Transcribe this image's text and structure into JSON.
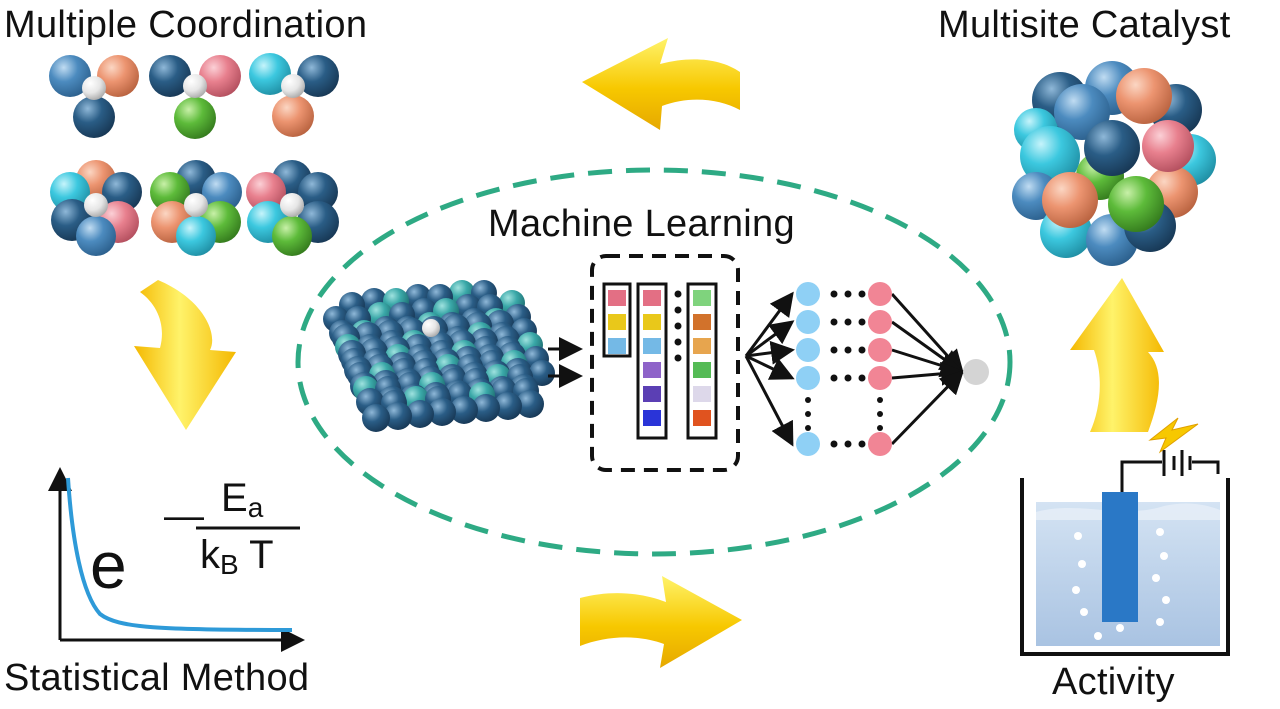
{
  "labels": {
    "multiple_coordination": "Multiple Coordination",
    "multisite_catalyst": "Multisite Catalyst",
    "machine_learning": "Machine Learning",
    "statistical_method": "Statistical Method",
    "activity": "Activity"
  },
  "formula": {
    "base": "e",
    "sign": "—",
    "numerator": "E",
    "numerator_sub": "a",
    "denominator_k": "k",
    "denominator_sub": "B",
    "denominator_t": " T"
  },
  "colors": {
    "arrow_yellow": "#f7c800",
    "arrow_highlight": "#fff36a",
    "dashed_ellipse": "#2eaa84",
    "atom_navy": "#2a5d86",
    "atom_steel": "#4c8bbf",
    "atom_cyan": "#3cc8df",
    "atom_peach": "#ec9470",
    "atom_pink": "#e8808e",
    "atom_green": "#5dbb3a",
    "atom_white": "#e6e6e6",
    "curve_blue": "#2e9ad8",
    "electrolyte": "#b7cee8",
    "electrode": "#2a78c6",
    "node_blue": "#8fd0f5",
    "node_pink": "#f18595"
  },
  "icons": {
    "cluster_motifs": "atom-cluster-icon",
    "slab": "catalyst-slab-icon",
    "feature_vectors": "feature-vector-icon",
    "neural_network": "neural-network-icon",
    "electrochemical_cell": "electrochemical-cell-icon",
    "lightning": "lightning-icon"
  },
  "features": {
    "columns": [
      [
        "#e36f84",
        "#e9c81a",
        "#74b9e6"
      ],
      [
        "#e36f84",
        "#e9c81a",
        "#74b9e6",
        "#8e63c9",
        "#5b3fb4",
        "#2a34d8"
      ],
      [
        "#7fd37d",
        "#d2722b",
        "#e7a54e",
        "#55bb56",
        "#ddd8ea",
        "#e0531f"
      ]
    ]
  }
}
